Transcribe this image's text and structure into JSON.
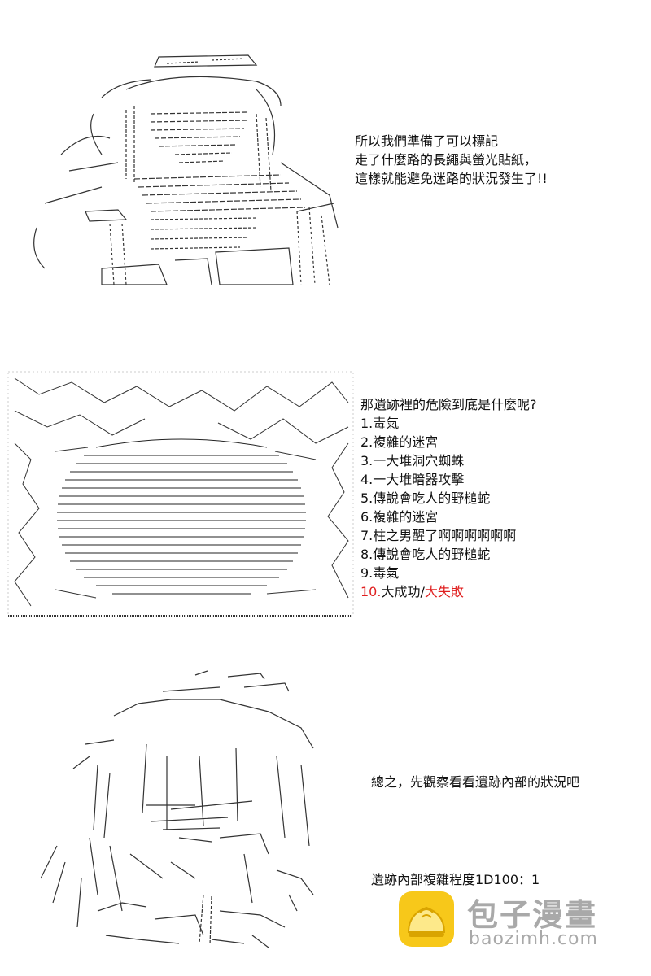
{
  "panel1": {
    "lines": [
      "所以我們準備了可以標記",
      "走了什麼路的長繩與螢光貼紙，",
      "這樣就能避免迷路的狀況發生了!!"
    ]
  },
  "panel2": {
    "question": "那遺跡裡的危險到底是什麼呢?",
    "items": [
      "1.毒氣",
      "2.複雜的迷宮",
      "3.一大堆洞穴蜘蛛",
      "4.一大堆暗器攻擊",
      "5.傳說會吃人的野槌蛇",
      "6.複雜的迷宮",
      "7.柱之男醒了啊啊啊啊啊啊",
      "8.傳說會吃人的野槌蛇",
      "9.毒氣"
    ],
    "item10_number": "10.",
    "item10_a": "大成功",
    "item10_sep": "/",
    "item10_b": "大失敗"
  },
  "panel3": {
    "summary": "總之，先觀察看看遺跡內部的狀況吧",
    "roll": "遺跡內部複雜程度1D100：1"
  },
  "watermark": {
    "title": "包子漫畫",
    "url": "baozimh.com",
    "icon": "baozi-bun-icon"
  },
  "colors": {
    "text": "#111111",
    "highlight": "#e02020",
    "watermark": "#a9a9a9",
    "icon_yellow": "#f7c81a"
  }
}
